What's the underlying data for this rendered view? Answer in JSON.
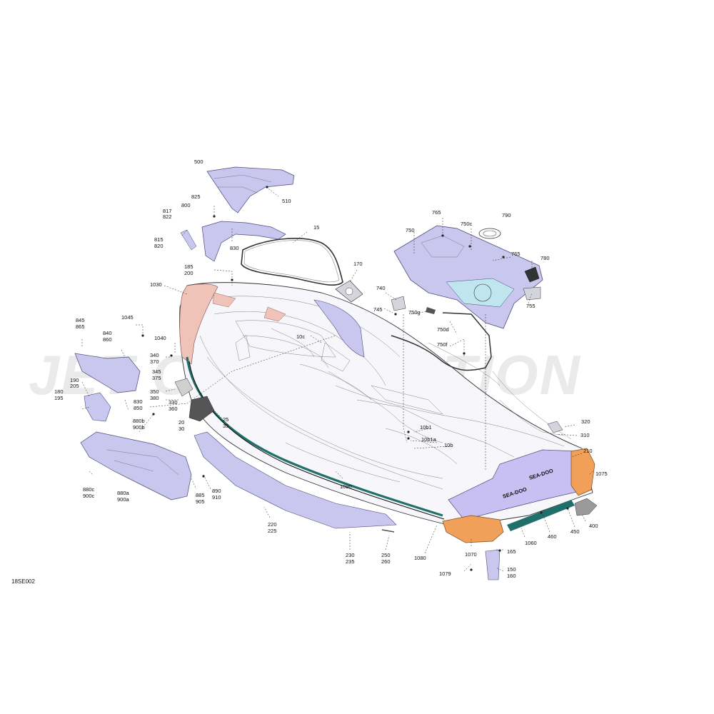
{
  "watermark": "JET CORPORATION",
  "diagram_code": "18SE002",
  "deck_logo": "SEA-DOO",
  "colors": {
    "part_fill": "#c9c7ee",
    "part_stroke": "#4a4a7a",
    "bumper": "#f1a05a",
    "bumper_stroke": "#7a4a1c",
    "nose": "#f0c3b8",
    "mat": "#c8c0f2",
    "rub_rail": "#1f6f6a",
    "storage_teal": "#bfe6ef"
  },
  "callouts": {
    "c500": "500",
    "c510": "510",
    "c825": "825",
    "c817": "817",
    "c822": "822",
    "c800": "800",
    "c815": "815",
    "c820": "820",
    "c830": "830",
    "c15": "15",
    "c185": "185",
    "c200": "200",
    "c170": "170",
    "c1030": "1030",
    "c845": "845",
    "c865": "865",
    "c1045": "1045",
    "c840": "840",
    "c860": "860",
    "c1040": "1040",
    "c340": "340",
    "c370": "370",
    "c190": "190",
    "c205": "205",
    "c180": "180",
    "c195": "195",
    "c345": "345",
    "c375": "375",
    "c350": "350",
    "c380": "380",
    "c830b": "830",
    "c850": "850",
    "c330": "330",
    "c360": "360",
    "c20": "20",
    "c30": "30",
    "c25": "25",
    "c35": "35",
    "c880b": "880b",
    "c900b": "900b",
    "c880c": "880c",
    "c900c": "900c",
    "c880a": "880a",
    "c900a": "900a",
    "c885": "885",
    "c905": "905",
    "c890": "890",
    "c910": "910",
    "c220": "220",
    "c225": "225",
    "c230": "230",
    "c235": "235",
    "c250": "250",
    "c260": "260",
    "c1090": "1090",
    "c10c": "10c",
    "c740": "740",
    "c745": "745",
    "c750g": "750g",
    "c750d": "750d",
    "c750f": "750f",
    "c765a": "765",
    "c790": "790",
    "c750": "750",
    "c750c": "750c",
    "c765b": "765",
    "c780": "780",
    "c755": "755",
    "c10b1": "10b1",
    "c10b1a": "10b1a",
    "c10b": "10b",
    "c320": "320",
    "c310": "310",
    "c210": "210",
    "c1075": "1075",
    "c400": "400",
    "c450": "450",
    "c460": "460",
    "c1060": "1060",
    "c1070": "1070",
    "c1080": "1080",
    "c165": "165",
    "c150": "150",
    "c160": "160",
    "c1079": "1079"
  }
}
